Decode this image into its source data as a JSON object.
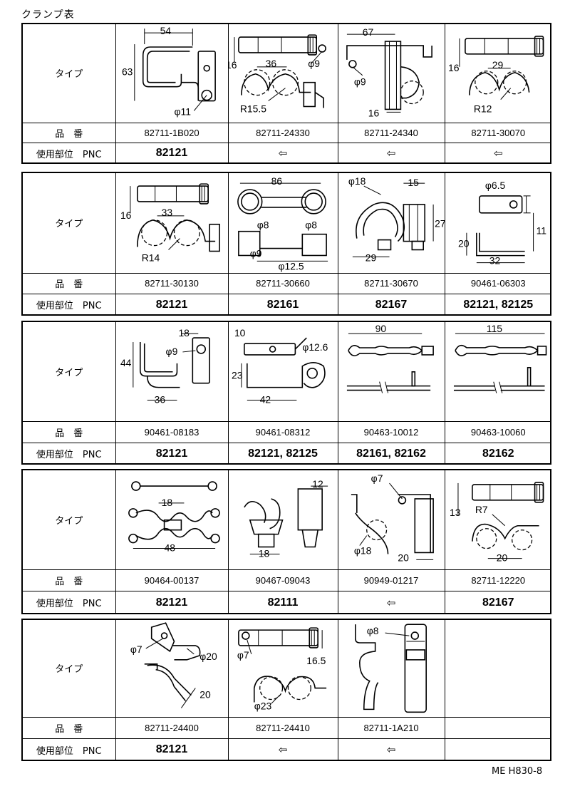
{
  "title": "クランプ表",
  "doc_code": "ME H830-8",
  "labels": {
    "type": "タイプ",
    "part_no": "品　番",
    "usage": "使用部位　PNC"
  },
  "blocks": [
    {
      "items": [
        {
          "part_no": "82711-1B020",
          "pnc": "82121",
          "dims": [
            "54",
            "63",
            "φ11"
          ]
        },
        {
          "part_no": "82711-24330",
          "pnc": "⇦",
          "dims": [
            "16",
            "36",
            "φ9",
            "R15.5"
          ]
        },
        {
          "part_no": "82711-24340",
          "pnc": "⇦",
          "dims": [
            "67",
            "φ9",
            "16"
          ]
        },
        {
          "part_no": "82711-30070",
          "pnc": "⇦",
          "dims": [
            "16",
            "29",
            "R12"
          ]
        }
      ]
    },
    {
      "items": [
        {
          "part_no": "82711-30130",
          "pnc": "82121",
          "dims": [
            "16",
            "33",
            "R14"
          ]
        },
        {
          "part_no": "82711-30660",
          "pnc": "82161",
          "dims": [
            "86",
            "φ8",
            "φ8",
            "φ9",
            "φ12.5"
          ]
        },
        {
          "part_no": "82711-30670",
          "pnc": "82167",
          "dims": [
            "φ18",
            "15",
            "27",
            "29"
          ]
        },
        {
          "part_no": "90461-06303",
          "pnc": "82121, 82125",
          "dims": [
            "φ6.5",
            "11",
            "20",
            "32"
          ]
        }
      ]
    },
    {
      "items": [
        {
          "part_no": "90461-08183",
          "pnc": "82121",
          "dims": [
            "18",
            "φ9",
            "44",
            "36"
          ]
        },
        {
          "part_no": "90461-08312",
          "pnc": "82121, 82125",
          "dims": [
            "10",
            "φ12.6",
            "23",
            "42"
          ]
        },
        {
          "part_no": "90463-10012",
          "pnc": "82161, 82162",
          "dims": [
            "90"
          ]
        },
        {
          "part_no": "90463-10060",
          "pnc": "82162",
          "dims": [
            "115"
          ]
        }
      ]
    },
    {
      "items": [
        {
          "part_no": "90464-00137",
          "pnc": "82121",
          "dims": [
            "18",
            "48"
          ]
        },
        {
          "part_no": "90467-09043",
          "pnc": "82111",
          "dims": [
            "12",
            "18"
          ]
        },
        {
          "part_no": "90949-01217",
          "pnc": "⇦",
          "dims": [
            "φ7",
            "φ18",
            "20"
          ]
        },
        {
          "part_no": "82711-12220",
          "pnc": "82167",
          "dims": [
            "13",
            "R7",
            "20"
          ]
        }
      ]
    },
    {
      "items": [
        {
          "part_no": "82711-24400",
          "pnc": "82121",
          "dims": [
            "φ7",
            "φ20",
            "20"
          ]
        },
        {
          "part_no": "82711-24410",
          "pnc": "⇦",
          "dims": [
            "φ7",
            "16.5",
            "φ23"
          ]
        },
        {
          "part_no": "82711-1A210",
          "pnc": "⇦",
          "dims": [
            "φ8"
          ]
        },
        {
          "part_no": "",
          "pnc": "",
          "dims": []
        }
      ]
    }
  ]
}
